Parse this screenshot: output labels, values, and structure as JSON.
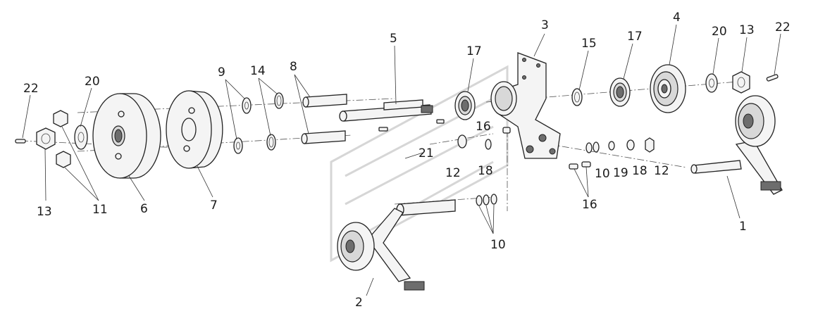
{
  "diagram": {
    "callouts": [
      {
        "id": "c1",
        "text": "1"
      },
      {
        "id": "c2",
        "text": "2"
      },
      {
        "id": "c3",
        "text": "3"
      },
      {
        "id": "c4",
        "text": "4"
      },
      {
        "id": "c5",
        "text": "5"
      },
      {
        "id": "c6",
        "text": "6"
      },
      {
        "id": "c7",
        "text": "7"
      },
      {
        "id": "c8",
        "text": "8"
      },
      {
        "id": "c9",
        "text": "9"
      },
      {
        "id": "c10a",
        "text": "10"
      },
      {
        "id": "c10b",
        "text": "10"
      },
      {
        "id": "c11",
        "text": "11"
      },
      {
        "id": "c12a",
        "text": "12"
      },
      {
        "id": "c12b",
        "text": "12"
      },
      {
        "id": "c13a",
        "text": "13"
      },
      {
        "id": "c13b",
        "text": "13"
      },
      {
        "id": "c14",
        "text": "14"
      },
      {
        "id": "c15",
        "text": "15"
      },
      {
        "id": "c16a",
        "text": "16"
      },
      {
        "id": "c16b",
        "text": "16"
      },
      {
        "id": "c17a",
        "text": "17"
      },
      {
        "id": "c17b",
        "text": "17"
      },
      {
        "id": "c18a",
        "text": "18"
      },
      {
        "id": "c18b",
        "text": "18"
      },
      {
        "id": "c19",
        "text": "19"
      },
      {
        "id": "c20a",
        "text": "20"
      },
      {
        "id": "c20b",
        "text": "20"
      },
      {
        "id": "c21",
        "text": "21"
      },
      {
        "id": "c22a",
        "text": "22"
      },
      {
        "id": "c22b",
        "text": "22"
      }
    ]
  }
}
